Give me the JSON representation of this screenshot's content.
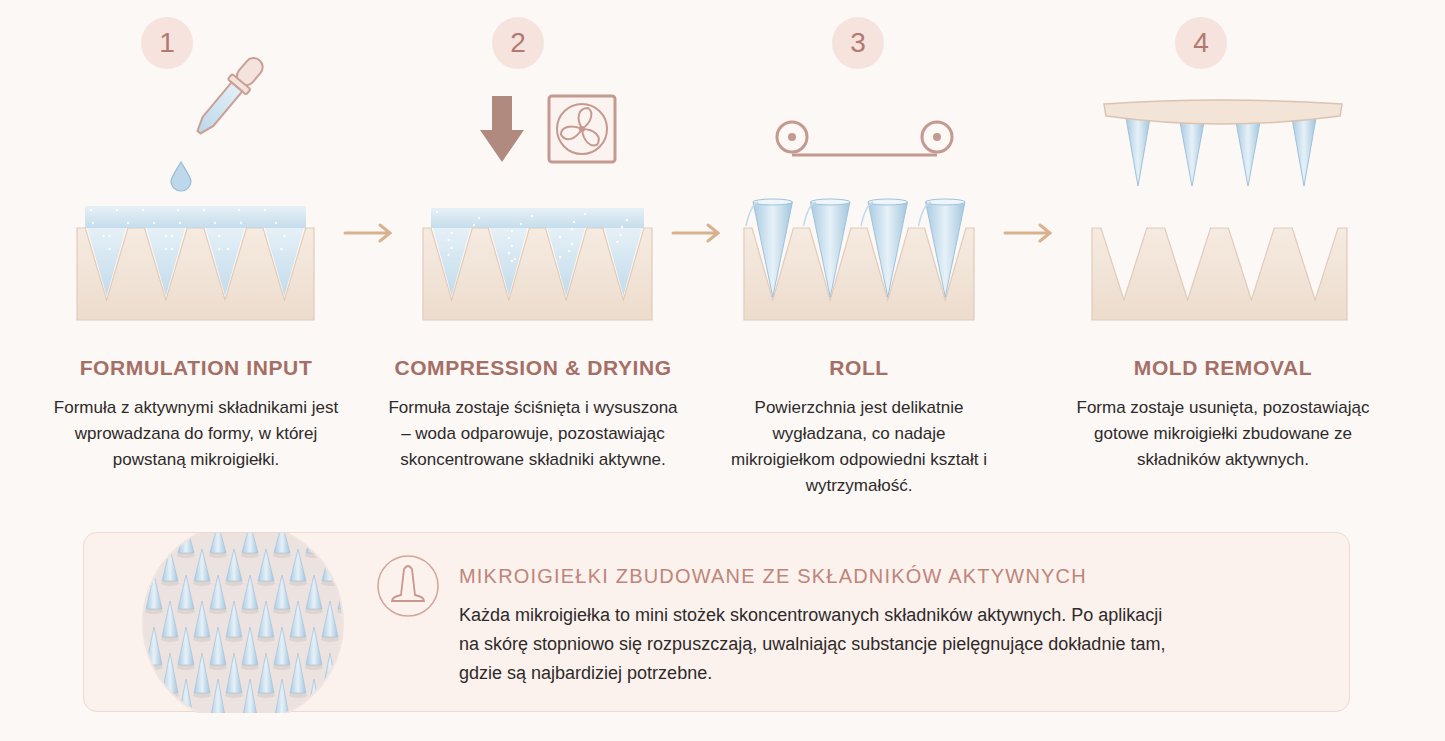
{
  "diagram": {
    "nodes": [
      {
        "text": [
          "1"
        ]
      },
      {
        "text": [
          "2"
        ]
      },
      {
        "text": [
          "3"
        ]
      },
      {
        "text": [
          "4"
        ]
      },
      {
        "text": [
          "MIKROIGIEŁKI ZBUDOWANE ZE SKŁADNIKÓW AKTYWNYCH",
          "Każda mikroigiełka to mini stożek skoncentrowanych składników aktywnych. Po aplikacji na skórę stopniowo się rozpuszczają, uwalniając substancje pielęgnujące dokładnie tam, gdzie są najbardiziej potrzebne."
        ]
      }
    ],
    "labels": [
      "FORMULATION INPUT",
      "Formuła z aktywnymi składnikami jest wprowadzana do formy, w której powstaną mikroigiełki.",
      "COMPRESSION & DRYING",
      "Formuła zostaje ściśnięta i wysuszona – woda odparowuje, pozostawiając skoncentrowane składniki aktywne.",
      "ROLL",
      "Powierzchnia jest delikatnie wygładzana, co nadaje mikroigiełkom odpowiedni kształt i wytrzymałość.",
      "MOLD REMOVAL",
      "Forma zostaje usunięta, pozostawiając gotowe mikroigiełki zbudowane ze składników aktywnych."
    ]
  }
}
